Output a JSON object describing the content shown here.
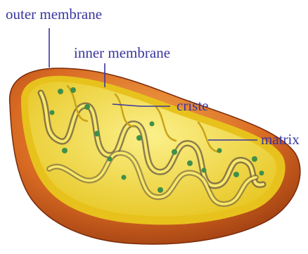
{
  "labels": {
    "outer_membrane": "outer membrane",
    "inner_membrane": "inner membrane",
    "criste": "criste",
    "matrix": "matrix"
  },
  "colors": {
    "label_text": "#3a36a0",
    "leader_line": "#3a36a0",
    "outer_membrane": "#c4521a",
    "outer_membrane_dark": "#8a2f0c",
    "inner_membrane": "#e8c21c",
    "matrix": "#f4e03c",
    "cristae_fold": "#f7e96a",
    "cristae_shadow": "#6b5a44",
    "ribosome": "#3e8f4a"
  },
  "icons": [
    "mitochondrion-illustration"
  ]
}
